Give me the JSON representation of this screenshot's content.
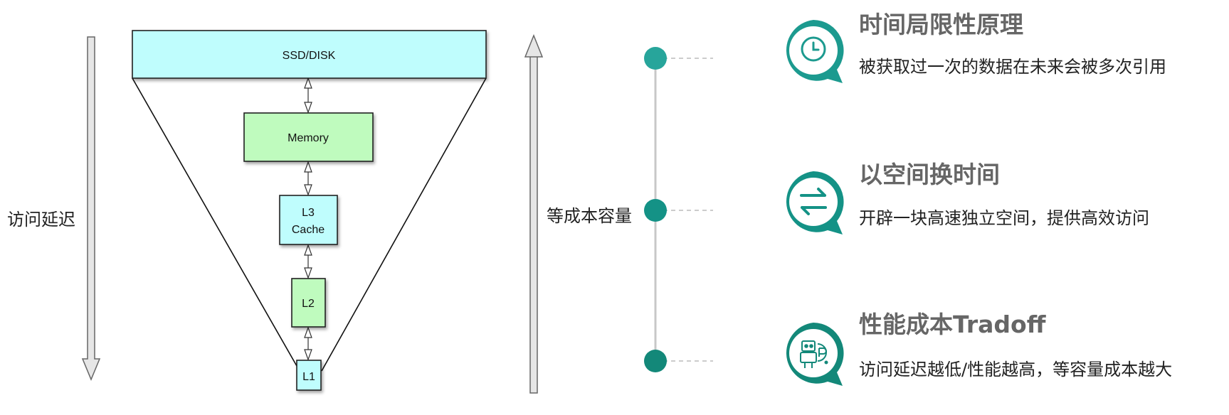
{
  "colors": {
    "teal": "#149286",
    "teal_light": "#27A59B",
    "ssd_fill": "#BFFDFD",
    "memory_fill": "#BFFBBE",
    "l3_fill": "#BFFDFD",
    "l2_fill": "#BFFBBE",
    "l1_fill": "#BFFDFD",
    "arrow_fill": "#E6E6E6"
  },
  "hierarchy": {
    "levels": [
      {
        "id": "ssd",
        "label": "SSD/DISK"
      },
      {
        "id": "memory",
        "label": "Memory"
      },
      {
        "id": "l3",
        "label_line1": "L3",
        "label_line2": "Cache"
      },
      {
        "id": "l2",
        "label": "L2"
      },
      {
        "id": "l1",
        "label": "L1"
      }
    ]
  },
  "latency_label": "访问延迟",
  "capacity_label": "等成本容量",
  "principles": [
    {
      "icon": "clock-icon",
      "title": "时间局限性原理",
      "desc": "被获取过一次的数据在未来会被多次引用"
    },
    {
      "icon": "swap-arrows-icon",
      "title": "以空间换时间",
      "desc": "开辟一块高速独立空间，提供高效访问"
    },
    {
      "icon": "robot-icon",
      "title": "性能成本Tradoff",
      "desc": "访问延迟越低/性能越高，等容量成本越大"
    }
  ]
}
